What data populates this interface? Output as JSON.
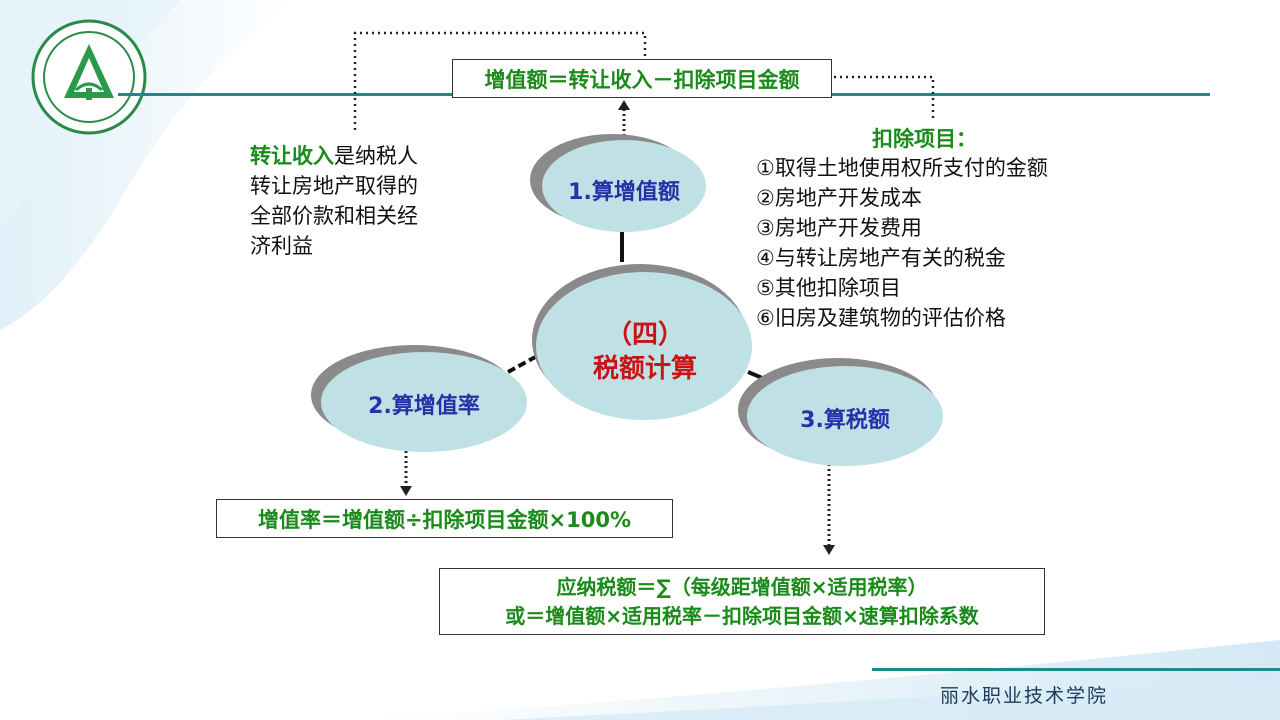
{
  "footer": {
    "school": "丽水职业技术学院"
  },
  "formulas": {
    "value_added": "增值额＝转让收入－扣除项目金额",
    "rate": "增值率＝增值额÷扣除项目金额×100%",
    "tax_line1_prefix": "应纳税额＝",
    "tax_line1_sigma": "∑",
    "tax_line1_suffix": "（每级距增值额×适用税率）",
    "tax_line2": "或＝增值额×适用税率－扣除项目金额×速算扣除系数"
  },
  "transfer_income": {
    "highlight": "转让收入",
    "line1_rest": "是纳税人",
    "line2": "转让房地产取得的",
    "line3": "全部价款和相关经",
    "line4": "济利益"
  },
  "deductions": {
    "title": "扣除项目：",
    "items": [
      "①取得土地使用权所支付的金额",
      "②房地产开发成本",
      "③房地产开发费用",
      "④与转让房地产有关的税金",
      "⑤其他扣除项目",
      "⑥旧房及建筑物的评估价格"
    ]
  },
  "nodes": {
    "center_line1": "（四）",
    "center_line2": "税额计算",
    "step1": "1.算增值额",
    "step2": "2.算增值率",
    "step3": "3.算税额"
  },
  "colors": {
    "ellipse_fill": "#bfe0e4",
    "ellipse_shadow": "#8a8a8a",
    "accent_green": "#1a8a1a",
    "step_blue": "#2233aa",
    "center_red": "#c81414",
    "rule_teal": "#1a8a8a"
  }
}
